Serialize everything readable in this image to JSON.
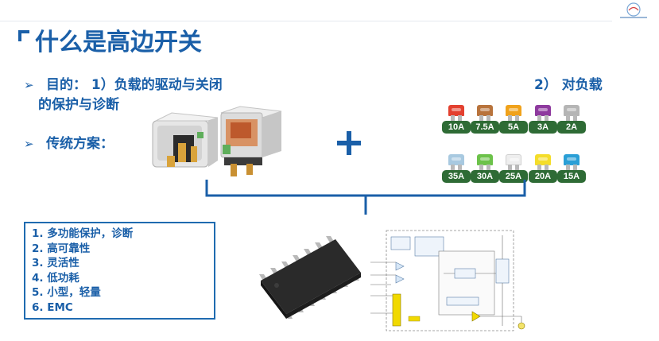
{
  "slide": {
    "title": "什么是高边开关",
    "purpose_line1": "目的：    1）负载的驱动与关闭",
    "purpose_line2": "的保护与诊断",
    "purpose_right": "2）   对负载",
    "traditional": "传统方案：",
    "bullet_marker": "➢"
  },
  "fuses": {
    "row1": [
      "10A",
      "7.5A",
      "5A",
      "3A",
      "2A"
    ],
    "row2": [
      "35A",
      "30A",
      "25A",
      "20A",
      "15A"
    ],
    "row1_colors": [
      "#e3402f",
      "#b8733c",
      "#f0a21b",
      "#8e3a9e",
      "#b5b5b5"
    ],
    "row2_colors": [
      "#a8c9e0",
      "#6cc24a",
      "#eeeeee",
      "#f4dd2a",
      "#2a9fd6"
    ]
  },
  "features": [
    "1.  多功能保护，诊断",
    "2.  高可靠性",
    "3.  灵活性",
    "4.  低功耗",
    "5.  小型，轻量",
    "6.  EMC"
  ],
  "colors": {
    "accent": "#1a5fa8",
    "badge": "#2e6b35"
  }
}
